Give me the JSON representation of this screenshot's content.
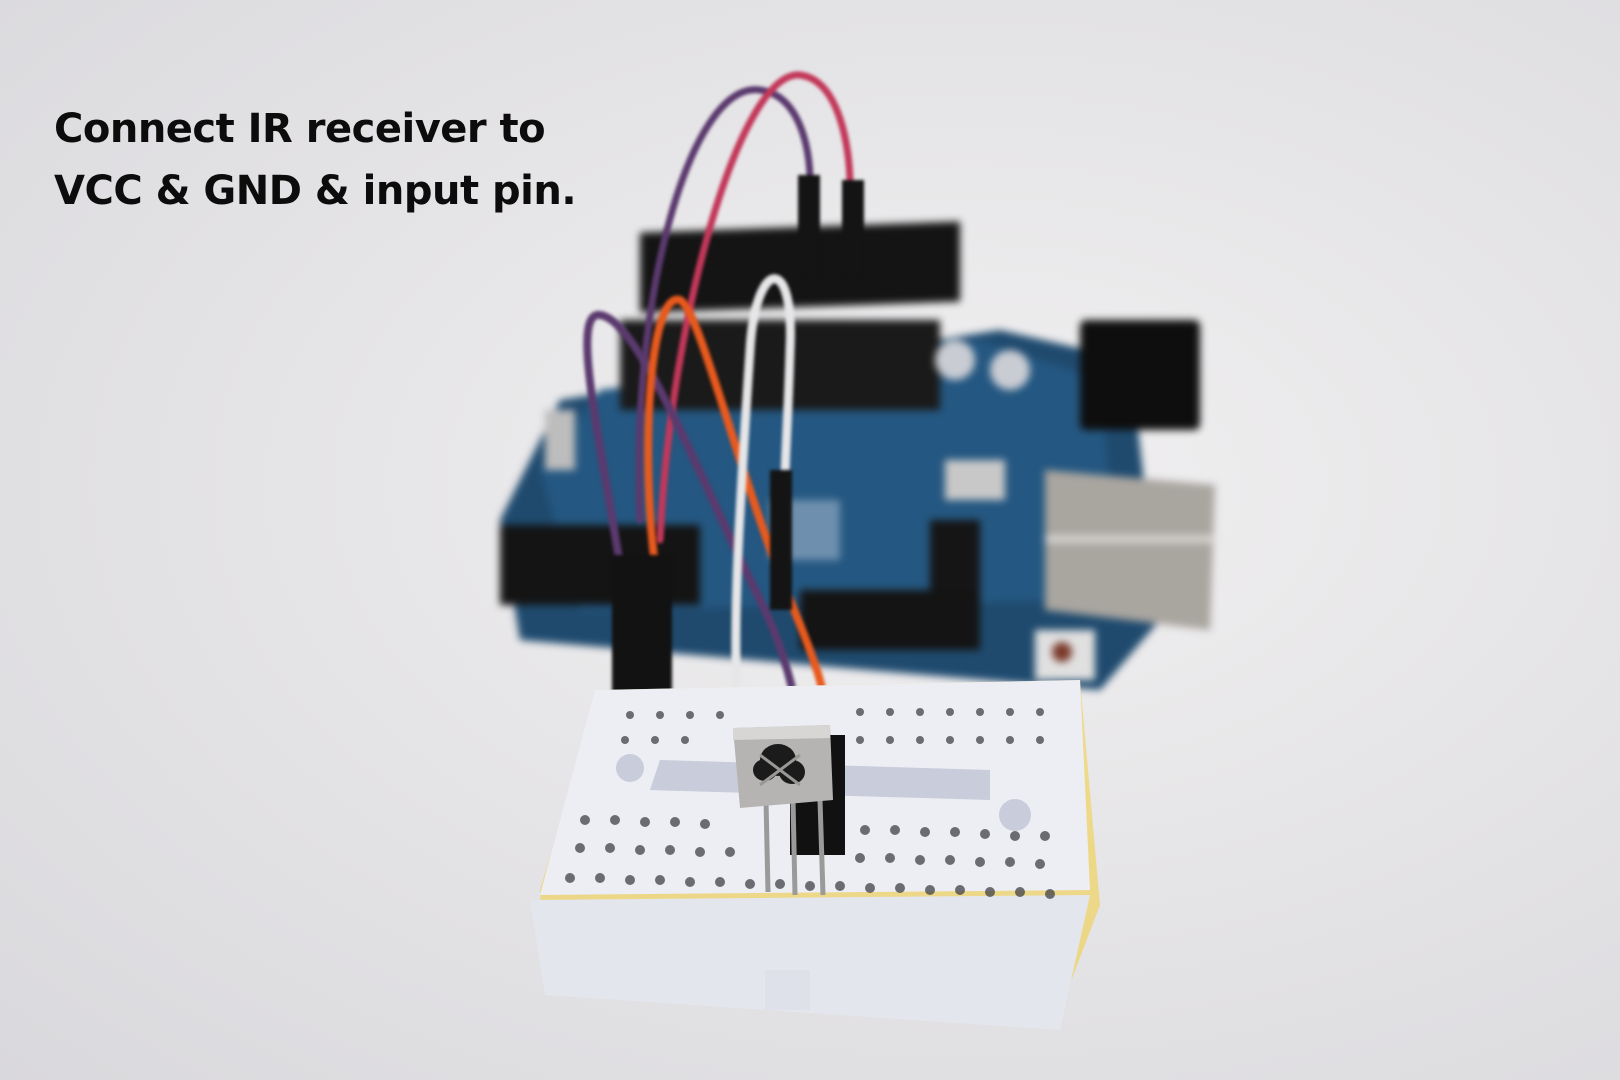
{
  "caption": {
    "line1": "Connect IR receiver to",
    "line2": "VCC & GND & input pin."
  },
  "scene": {
    "background_color": "#e6e5e7",
    "board_color": "#1f4a6e",
    "breadboard_color": "#eceef3",
    "wire_colors": {
      "purple": "#5b3a6e",
      "red": "#c2385a",
      "orange": "#e85a1e",
      "white": "#e6e6e8",
      "black": "#141414"
    },
    "components": [
      "arduino-board",
      "mini-breadboard",
      "ir-receiver",
      "jumper-wires",
      "usb-port",
      "dc-jack",
      "reset-button"
    ]
  }
}
